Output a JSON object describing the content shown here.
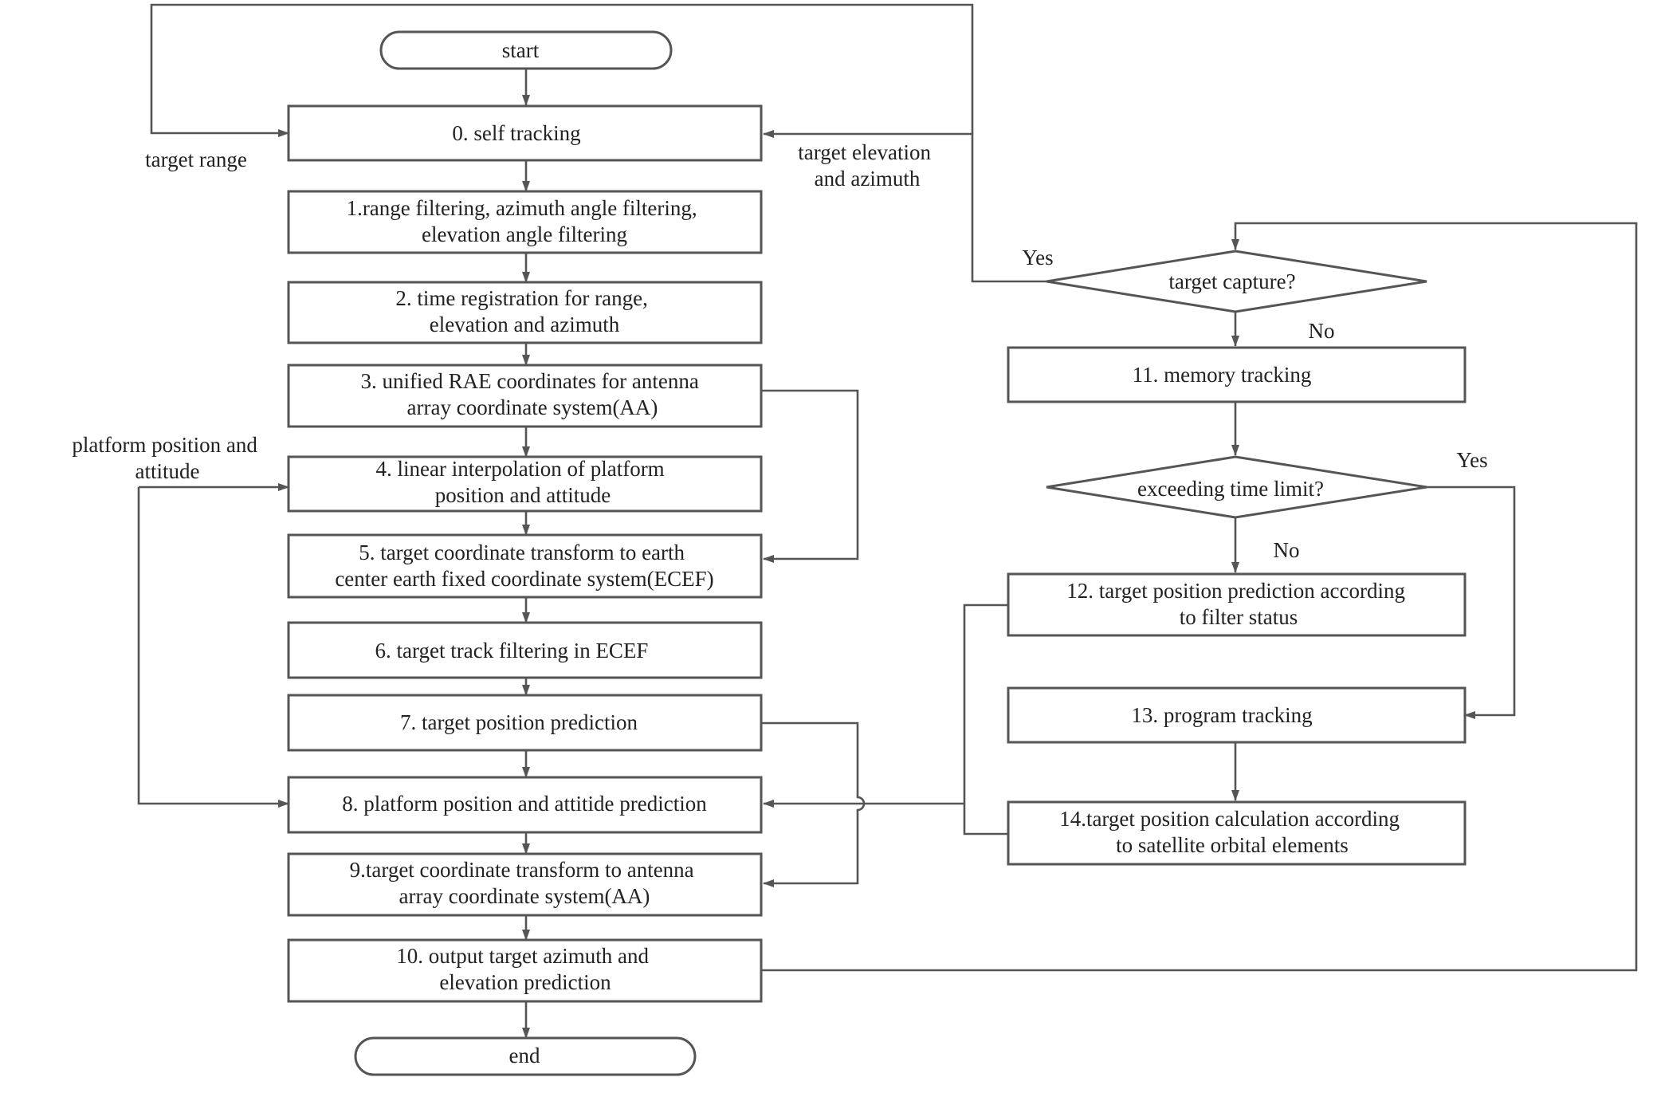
{
  "colors": {
    "stroke": "#555555",
    "text": "#222222",
    "background": "#ffffff"
  },
  "nodes": {
    "start": {
      "lines": [
        "start"
      ]
    },
    "n0": {
      "lines": [
        "0.  self tracking"
      ]
    },
    "n1": {
      "lines": [
        "1.range filtering, azimuth angle filtering,",
        "elevation angle filtering"
      ]
    },
    "n2": {
      "lines": [
        "2. time registration for range,",
        "elevation and azimuth"
      ]
    },
    "n3": {
      "lines": [
        "3. unified RAE coordinates for antenna",
        "array coordinate system(AA)"
      ]
    },
    "n4": {
      "lines": [
        "4. linear interpolation of platform",
        "position and attitude"
      ]
    },
    "n5": {
      "lines": [
        "5. target coordinate transform to earth",
        "center earth fixed coordinate system(ECEF)"
      ]
    },
    "n6": {
      "lines": [
        "6. target track filtering in ECEF"
      ]
    },
    "n7": {
      "lines": [
        "7. target position prediction"
      ]
    },
    "n8": {
      "lines": [
        "8. platform position and attitide prediction"
      ]
    },
    "n9": {
      "lines": [
        "9.target coordinate transform to antenna",
        "array coordinate system(AA)"
      ]
    },
    "n10": {
      "lines": [
        "10. output target azimuth and",
        "elevation prediction"
      ]
    },
    "end": {
      "lines": [
        "end"
      ]
    },
    "capture": {
      "lines": [
        "target capture?"
      ]
    },
    "n11": {
      "lines": [
        "11. memory tracking"
      ]
    },
    "limit": {
      "lines": [
        "exceeding time limit?"
      ]
    },
    "n12": {
      "lines": [
        "12. target position prediction according",
        "to filter status"
      ]
    },
    "n13": {
      "lines": [
        "13. program tracking"
      ]
    },
    "n14": {
      "lines": [
        "14.target position calculation according",
        "to satellite orbital elements"
      ]
    }
  },
  "annotations": {
    "target_range": {
      "lines": [
        "target range"
      ]
    },
    "target_elev_az": {
      "lines": [
        "target elevation",
        "and azimuth"
      ]
    },
    "platform_pos": {
      "lines": [
        "platform position and",
        "attitude"
      ]
    },
    "yes_capture": {
      "lines": [
        "Yes"
      ]
    },
    "no_capture": {
      "lines": [
        "No"
      ]
    },
    "yes_limit": {
      "lines": [
        "Yes"
      ]
    },
    "no_limit": {
      "lines": [
        "No"
      ]
    }
  }
}
